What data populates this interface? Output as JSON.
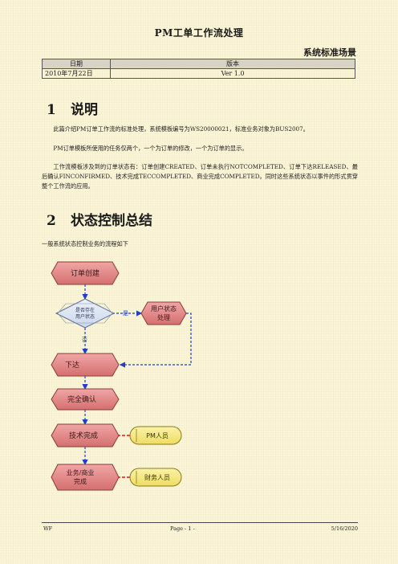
{
  "document": {
    "title": "PM工单工作流处理",
    "subtitle": "系统标准场景",
    "meta_table": {
      "headers": [
        "日期",
        "版本"
      ],
      "rows": [
        [
          "2010年7月22日",
          "Ver 1.0"
        ]
      ]
    }
  },
  "section1": {
    "number": "1",
    "title": "说明",
    "paragraphs": [
      "此篇介绍PM订单工作流的标准处理，系统模板编号为WS20000021，标准业务对象为BUS2007。",
      "PM订单模板所使用的任务仅两个，一个为订单的修改，一个为订单的显示。",
      "工作流模板涉及到的订单状态有：订单创建CREATED、订单未执行NOTCOMPLETED、订单下达RELEASED、最后确认FINCONFIRMED、技术完成TECCOMPLETED、商业完成COMPLETED。同时这些系统状态以事件的形式贯穿整个工作流的应用。"
    ]
  },
  "section2": {
    "number": "2",
    "title": "状态控制总结",
    "intro": "一般系统状态控制业务的流程如下"
  },
  "flowchart": {
    "nodes": {
      "order_create": "订单创建",
      "decision": [
        "是否存在",
        "用户状态"
      ],
      "user_status": [
        "用户状态",
        "处理"
      ],
      "release": "下达",
      "confirm": "完全确认",
      "tech_complete": "技术完成",
      "business_complete": [
        "业务/商业",
        "完成"
      ],
      "pm_staff": "PM人员",
      "finance_staff": "财务人员"
    },
    "labels": {
      "yes": "是",
      "no": "否"
    },
    "colors": {
      "hexagon": "#e08a8a",
      "hexagon_stroke": "#8b3a3a",
      "diamond": "#dbe6f5",
      "actor": "#f7ec8a",
      "blue_arrow": "#1f3fc9",
      "red_dash": "#d21c1c"
    }
  },
  "footer": {
    "left": "WF",
    "center": "Page - 1 -",
    "right": "5/16/2020"
  }
}
